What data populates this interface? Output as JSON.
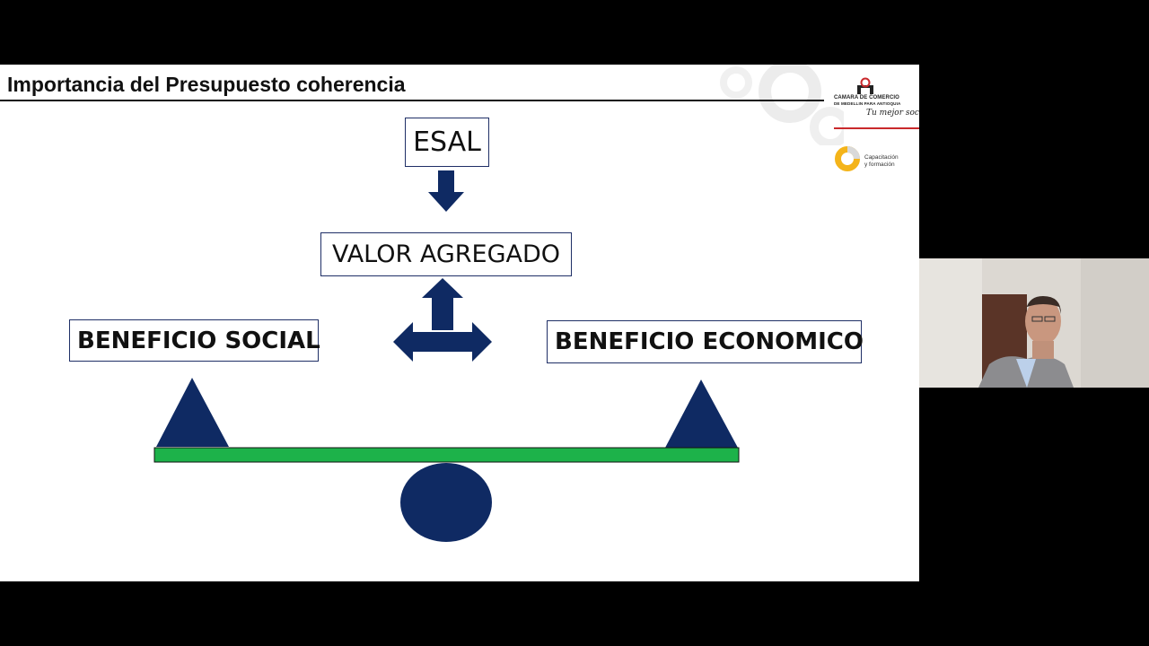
{
  "slide": {
    "title": "Importancia del Presupuesto coherencia",
    "logo": {
      "line1": "CAMARA DE COMERCIO",
      "line2": "DE MEDELLIN PARA ANTIOQUIA",
      "tagline": "Tu mejor socio",
      "capacitacion_line1": "Capacitación",
      "capacitacion_line2": "y formación"
    },
    "diagram": {
      "top_box": "ESAL",
      "middle_box": "VALOR AGREGADO",
      "left_box": "BENEFICIO SOCIAL",
      "right_box": "BENEFICIO ECONOMICO"
    }
  },
  "colors": {
    "shape_navy": "#0f2a63",
    "beam_green": "#1db24a",
    "logo_red": "#c9292c",
    "logo_yellow": "#f4b41a",
    "slide_bg": "#ffffff",
    "screen_bg": "#000000"
  },
  "webcam": {
    "participant": "presenter-video"
  }
}
